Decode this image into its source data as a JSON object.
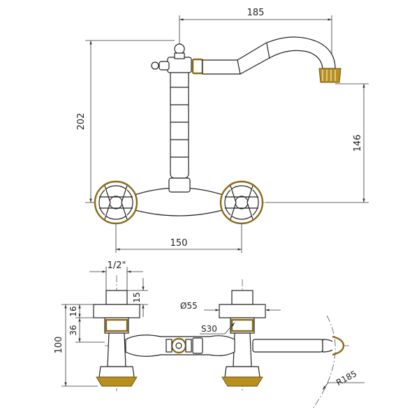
{
  "drawing": {
    "front_view": {
      "dim_spout_reach": "185",
      "dim_total_height": "202",
      "dim_outlet_height": "146",
      "dim_center_distance": "150"
    },
    "top_view": {
      "dim_thread": "1/2\"",
      "dim_15": "15",
      "dim_16": "16",
      "dim_36": "36",
      "dim_100": "100",
      "dim_flange_diameter": "Ø55",
      "dim_wrench": "S30",
      "dim_spout_radius": "R185"
    }
  },
  "colors": {
    "line": "#222222",
    "gold_trim": "#b8901e",
    "background": "#ffffff"
  }
}
